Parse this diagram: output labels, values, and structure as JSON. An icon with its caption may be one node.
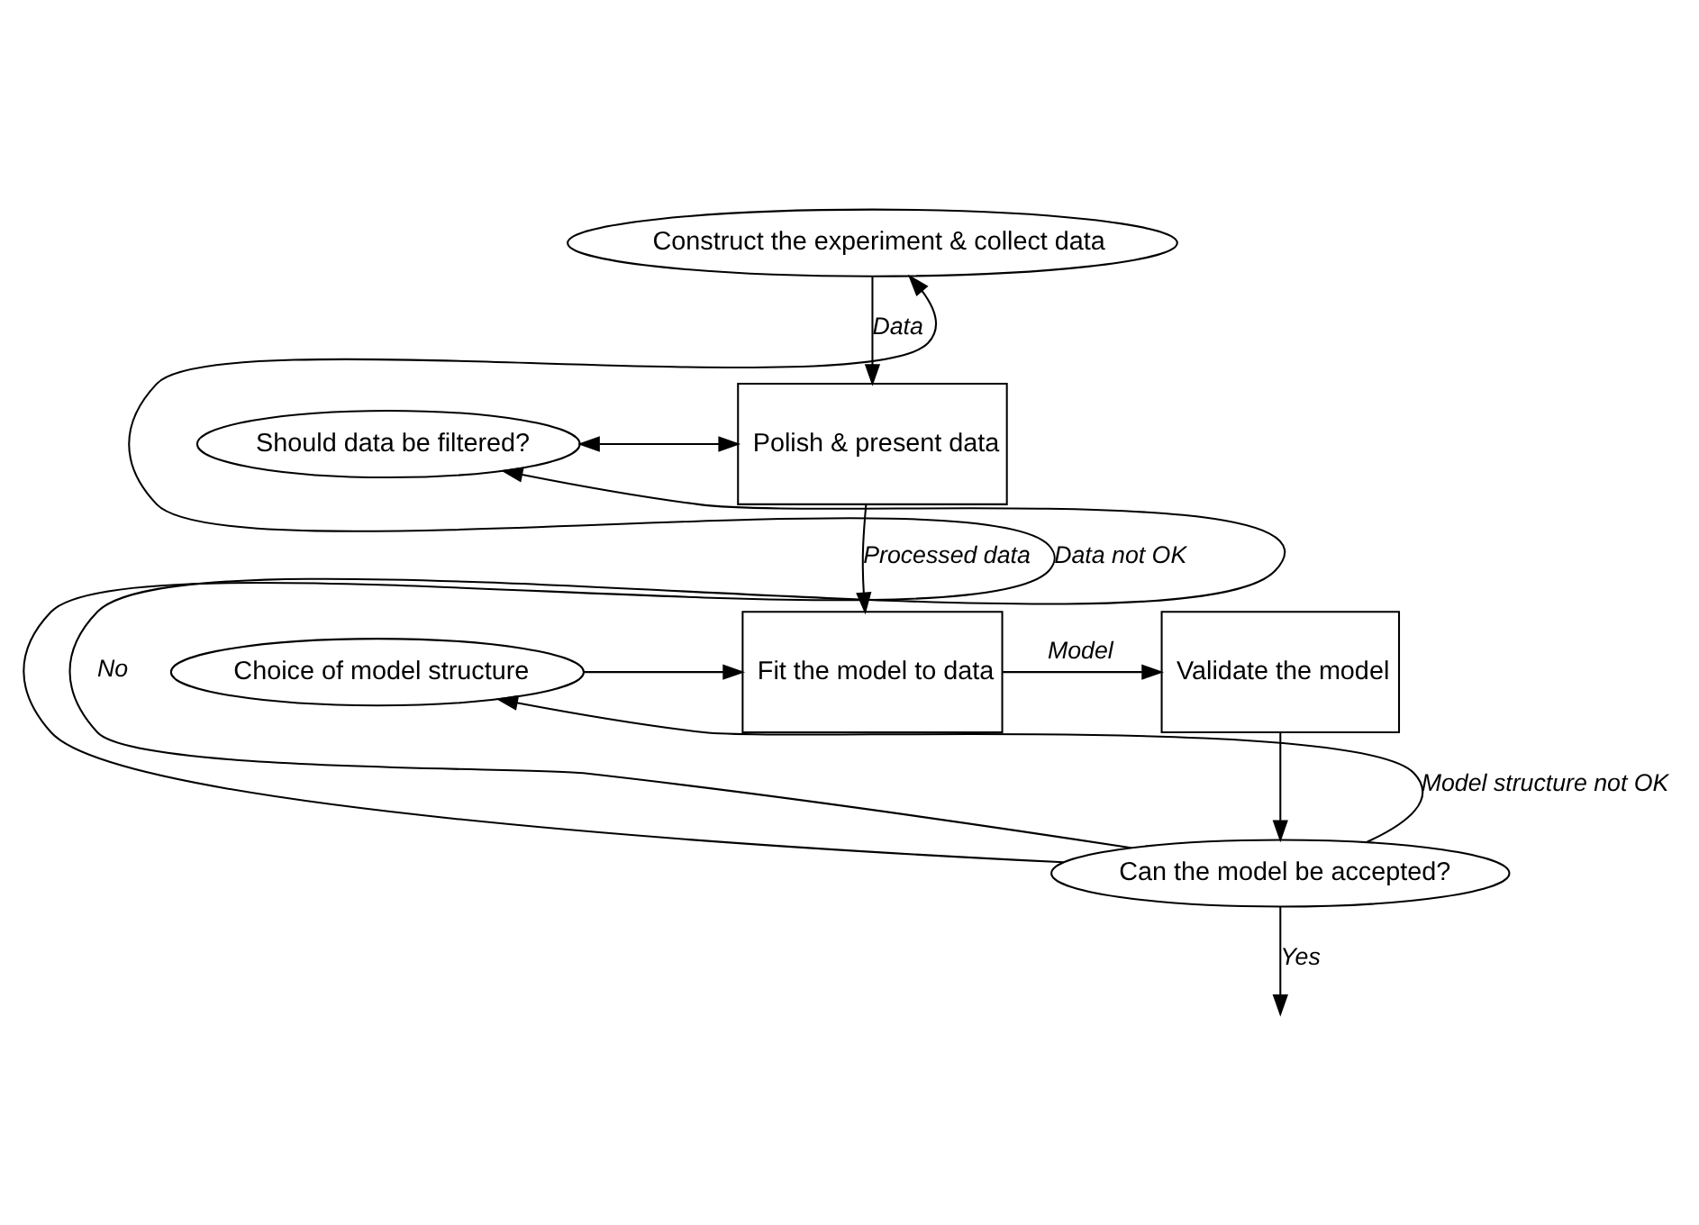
{
  "diagram": {
    "nodes": [
      {
        "text": [
          "Construct the experiment & collect data"
        ]
      },
      {
        "text": [
          "Should data be filtered?"
        ]
      },
      {
        "text": [
          "Polish & present data"
        ]
      },
      {
        "text": [
          "Choice of model structure"
        ]
      },
      {
        "text": [
          "Fit the model to data"
        ]
      },
      {
        "text": [
          "Validate the model"
        ]
      },
      {
        "text": [
          "Can the model be accepted?"
        ]
      }
    ],
    "edges": [
      {
        "from": 0,
        "to": 2,
        "arrow": "to",
        "label": "Data"
      },
      {
        "from": 1,
        "to": 2,
        "arrow": "both"
      },
      {
        "from": 2,
        "to": 4,
        "arrow": "to",
        "label": "Processed data"
      },
      {
        "from": 3,
        "to": 4,
        "arrow": "to"
      },
      {
        "from": 4,
        "to": 5,
        "arrow": "to",
        "label": "Model"
      },
      {
        "from": 5,
        "to": 6,
        "arrow": "to"
      },
      {
        "from": 6,
        "to": null,
        "arrow": "to",
        "label": "Yes"
      },
      {
        "from": 6,
        "to": 3,
        "arrow": "to",
        "label": "Model structure not OK"
      },
      {
        "from": 6,
        "to": 0,
        "arrow": "to",
        "label": "Data not OK"
      },
      {
        "from": 6,
        "to": 1,
        "arrow": "to",
        "label": "No"
      }
    ]
  }
}
